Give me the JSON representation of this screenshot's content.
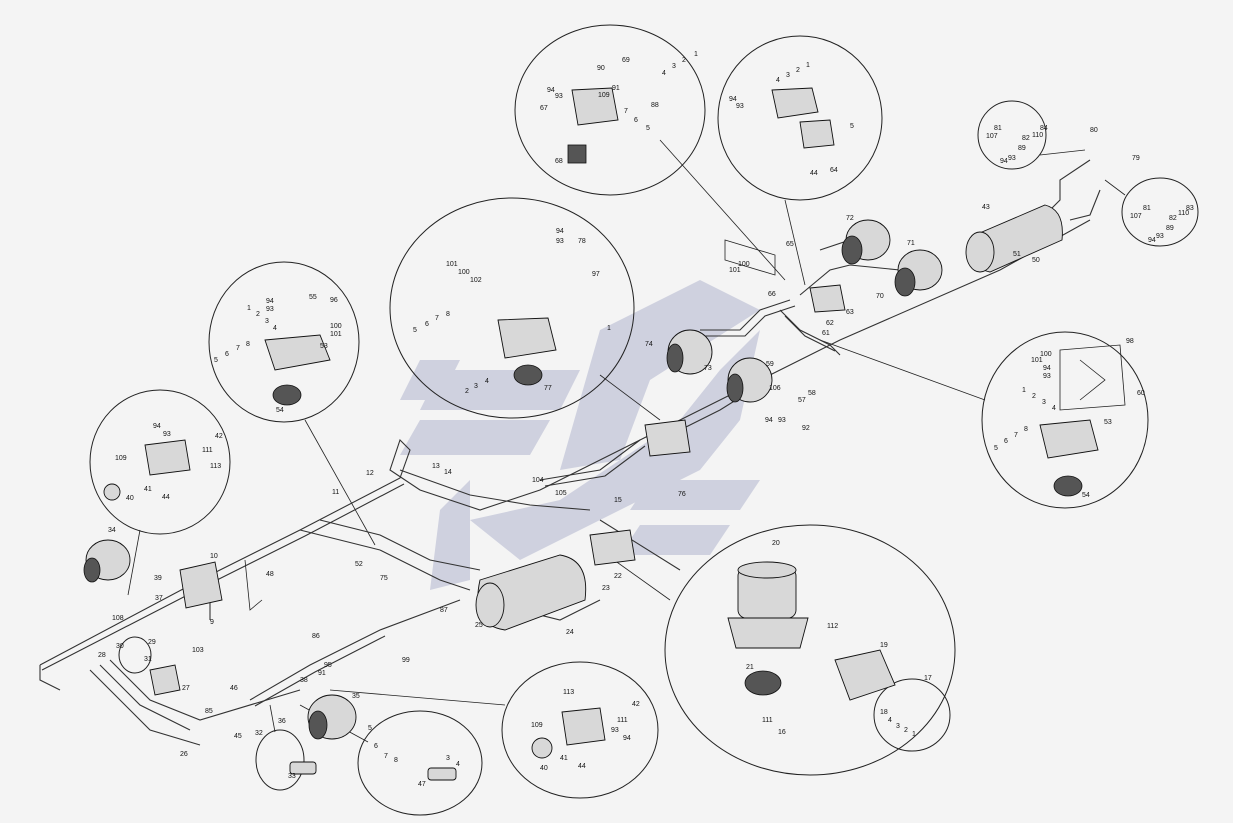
{
  "watermark_color": "#c9cbdc",
  "callouts": {
    "tl_valve": [
      "94",
      "93",
      "109",
      "41",
      "40",
      "44",
      "42",
      "111",
      "113"
    ],
    "left_relay": [
      "94",
      "93",
      "55",
      "96",
      "100",
      "101",
      "53",
      "1",
      "2",
      "3",
      "4",
      "5",
      "6",
      "7",
      "8",
      "54"
    ],
    "center_relay": [
      "94",
      "93",
      "78",
      "101",
      "100",
      "102",
      "97",
      "5",
      "6",
      "7",
      "8",
      "4",
      "3",
      "2",
      "1",
      "77"
    ],
    "top_valve": [
      "90",
      "94",
      "93",
      "67",
      "109",
      "91",
      "69",
      "4",
      "3",
      "2",
      "1",
      "88",
      "7",
      "6",
      "5",
      "68"
    ],
    "top_right_valve": [
      "1",
      "2",
      "3",
      "4",
      "93",
      "94",
      "5",
      "64",
      "44"
    ],
    "far_right_bracket_a": [
      "81",
      "84",
      "107",
      "82",
      "110",
      "89",
      "94",
      "93"
    ],
    "far_right_bracket_b": [
      "81",
      "83",
      "107",
      "82",
      "110",
      "89",
      "94",
      "93"
    ],
    "right_relay": [
      "98",
      "100",
      "101",
      "94",
      "93",
      "60",
      "1",
      "2",
      "3",
      "4",
      "53",
      "5",
      "6",
      "7",
      "8",
      "54"
    ],
    "dryer": [
      "20",
      "112",
      "19",
      "21",
      "111",
      "16",
      "17",
      "18",
      "4",
      "3",
      "2",
      "1"
    ],
    "bottom_valve": [
      "113",
      "42",
      "109",
      "111",
      "93",
      "94",
      "40",
      "41",
      "44"
    ],
    "bottom_fitting": [
      "5",
      "6",
      "7",
      "8",
      "47",
      "3",
      "4"
    ],
    "main": [
      "43",
      "51",
      "50",
      "80",
      "79",
      "72",
      "71",
      "70",
      "65",
      "100",
      "101",
      "66",
      "62",
      "61",
      "63",
      "58",
      "59",
      "57",
      "74",
      "73",
      "106",
      "94",
      "93",
      "92",
      "76",
      "75",
      "52",
      "48",
      "10",
      "9",
      "11",
      "12",
      "13",
      "14",
      "15",
      "22",
      "23",
      "24",
      "25",
      "26",
      "27",
      "28",
      "29",
      "30",
      "31",
      "32",
      "33",
      "34",
      "35",
      "36",
      "37",
      "38",
      "39",
      "45",
      "46",
      "85",
      "86",
      "87",
      "91",
      "95",
      "99",
      "103",
      "104",
      "105",
      "108"
    ]
  }
}
